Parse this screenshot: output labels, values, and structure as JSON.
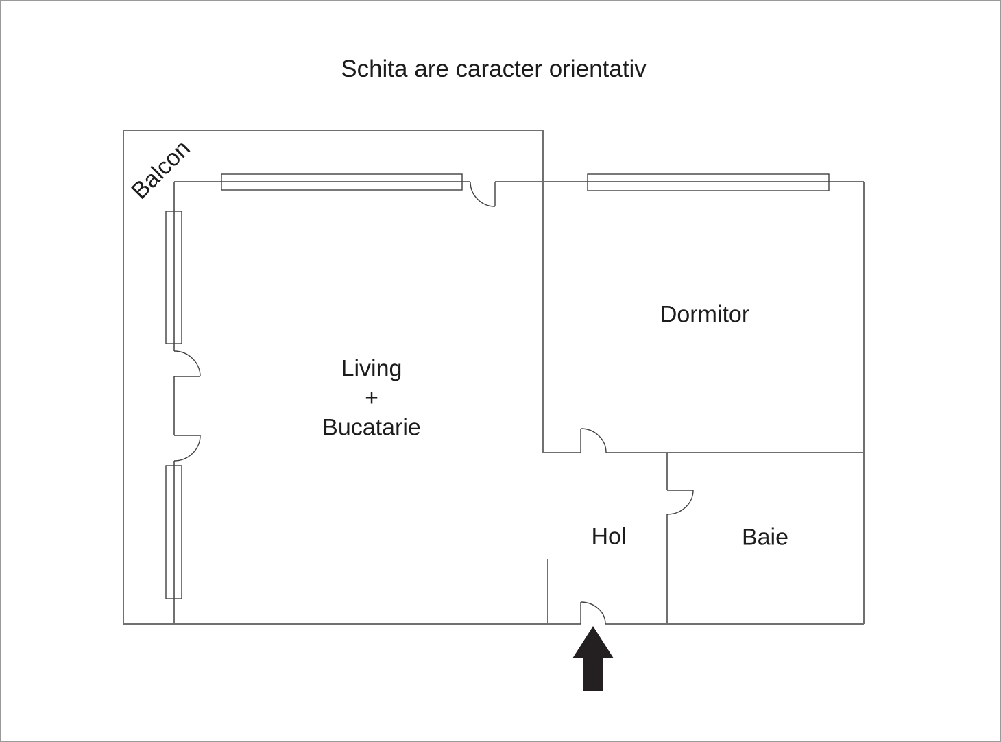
{
  "title": "Schita are caracter orientativ",
  "rooms": {
    "balcony": {
      "label": "Balcon"
    },
    "living": {
      "lines": [
        "Living",
        "+",
        "Bucatarie"
      ]
    },
    "bedroom": {
      "label": "Dormitor"
    },
    "hallway": {
      "label": "Hol"
    },
    "bathroom": {
      "label": "Baie"
    }
  },
  "entrance": {
    "icon": "entrance-arrow"
  },
  "colors": {
    "background": "#ffffff",
    "canvas_border": "#9a9a9a",
    "wall": "#707070",
    "window": "#404040",
    "door": "#404040",
    "text": "#1c1c1c",
    "arrow": "#242021"
  }
}
